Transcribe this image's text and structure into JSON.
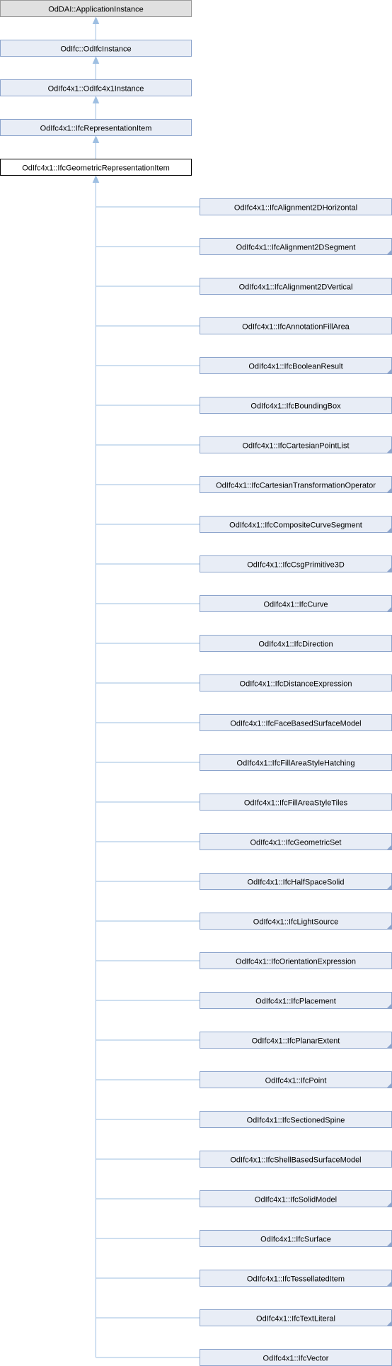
{
  "colors": {
    "edge": "#9ebfe2",
    "node_fill": "#e8edf6",
    "node_border": "#8ca4cc",
    "root_fill": "#e0e0e0",
    "root_border": "#999999",
    "current_fill": "#ffffff",
    "current_border": "#000000",
    "text": "#000000"
  },
  "ancestors": [
    {
      "label": "OdDAI::ApplicationInstance",
      "kind": "root"
    },
    {
      "label": "OdIfc::OdIfcInstance",
      "kind": "normal"
    },
    {
      "label": "OdIfc4x1::OdIfc4x1Instance",
      "kind": "normal"
    },
    {
      "label": "OdIfc4x1::IfcRepresentationItem",
      "kind": "normal"
    }
  ],
  "current": {
    "label": "OdIfc4x1::IfcGeometricRepresentationItem"
  },
  "children": [
    {
      "label": "OdIfc4x1::IfcAlignment2DHorizontal",
      "has_subclasses": false
    },
    {
      "label": "OdIfc4x1::IfcAlignment2DSegment",
      "has_subclasses": true
    },
    {
      "label": "OdIfc4x1::IfcAlignment2DVertical",
      "has_subclasses": false
    },
    {
      "label": "OdIfc4x1::IfcAnnotationFillArea",
      "has_subclasses": false
    },
    {
      "label": "OdIfc4x1::IfcBooleanResult",
      "has_subclasses": true
    },
    {
      "label": "OdIfc4x1::IfcBoundingBox",
      "has_subclasses": false
    },
    {
      "label": "OdIfc4x1::IfcCartesianPointList",
      "has_subclasses": true
    },
    {
      "label": "OdIfc4x1::IfcCartesianTransformationOperator",
      "has_subclasses": true
    },
    {
      "label": "OdIfc4x1::IfcCompositeCurveSegment",
      "has_subclasses": true
    },
    {
      "label": "OdIfc4x1::IfcCsgPrimitive3D",
      "has_subclasses": true
    },
    {
      "label": "OdIfc4x1::IfcCurve",
      "has_subclasses": true
    },
    {
      "label": "OdIfc4x1::IfcDirection",
      "has_subclasses": false
    },
    {
      "label": "OdIfc4x1::IfcDistanceExpression",
      "has_subclasses": false
    },
    {
      "label": "OdIfc4x1::IfcFaceBasedSurfaceModel",
      "has_subclasses": false
    },
    {
      "label": "OdIfc4x1::IfcFillAreaStyleHatching",
      "has_subclasses": false
    },
    {
      "label": "OdIfc4x1::IfcFillAreaStyleTiles",
      "has_subclasses": false
    },
    {
      "label": "OdIfc4x1::IfcGeometricSet",
      "has_subclasses": true
    },
    {
      "label": "OdIfc4x1::IfcHalfSpaceSolid",
      "has_subclasses": true
    },
    {
      "label": "OdIfc4x1::IfcLightSource",
      "has_subclasses": true
    },
    {
      "label": "OdIfc4x1::IfcOrientationExpression",
      "has_subclasses": false
    },
    {
      "label": "OdIfc4x1::IfcPlacement",
      "has_subclasses": true
    },
    {
      "label": "OdIfc4x1::IfcPlanarExtent",
      "has_subclasses": true
    },
    {
      "label": "OdIfc4x1::IfcPoint",
      "has_subclasses": true
    },
    {
      "label": "OdIfc4x1::IfcSectionedSpine",
      "has_subclasses": false
    },
    {
      "label": "OdIfc4x1::IfcShellBasedSurfaceModel",
      "has_subclasses": false
    },
    {
      "label": "OdIfc4x1::IfcSolidModel",
      "has_subclasses": true
    },
    {
      "label": "OdIfc4x1::IfcSurface",
      "has_subclasses": true
    },
    {
      "label": "OdIfc4x1::IfcTessellatedItem",
      "has_subclasses": true
    },
    {
      "label": "OdIfc4x1::IfcTextLiteral",
      "has_subclasses": true
    },
    {
      "label": "OdIfc4x1::IfcVector",
      "has_subclasses": false
    }
  ]
}
